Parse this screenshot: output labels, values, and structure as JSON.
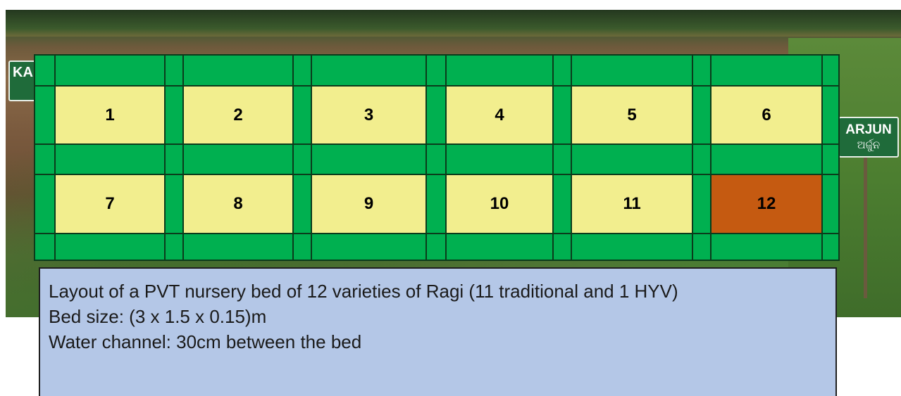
{
  "signs": {
    "left": "KA",
    "right_title": "ARJUN",
    "right_sub": "ଅର୍ଜୁନ"
  },
  "beds": [
    {
      "label": "1",
      "type": "traditional"
    },
    {
      "label": "2",
      "type": "traditional"
    },
    {
      "label": "3",
      "type": "traditional"
    },
    {
      "label": "4",
      "type": "traditional"
    },
    {
      "label": "5",
      "type": "traditional"
    },
    {
      "label": "6",
      "type": "traditional"
    },
    {
      "label": "7",
      "type": "traditional"
    },
    {
      "label": "8",
      "type": "traditional"
    },
    {
      "label": "9",
      "type": "traditional"
    },
    {
      "label": "10",
      "type": "traditional"
    },
    {
      "label": "11",
      "type": "traditional"
    },
    {
      "label": "12",
      "type": "hyv"
    }
  ],
  "colors": {
    "channel": "#00b050",
    "bed_traditional": "#f2ee8e",
    "bed_hyv": "#c55a11",
    "caption_bg": "#b4c7e7"
  },
  "caption": {
    "line1": "Layout of a PVT nursery bed of 12 varieties of Ragi (11 traditional and 1 HYV)",
    "line2": "Bed size: (3 x 1.5 x 0.15)m",
    "line3": "Water channel: 30cm between the bed"
  }
}
